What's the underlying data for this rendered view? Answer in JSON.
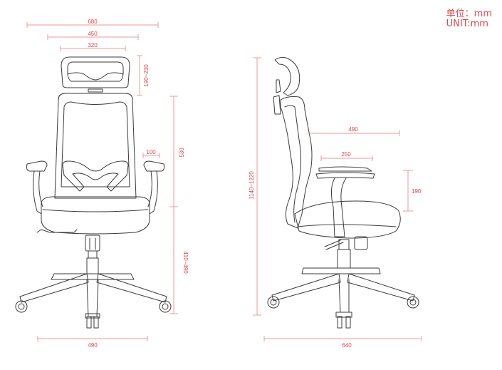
{
  "units": {
    "line1": "单位：mm",
    "line2": "UNIT:mm"
  },
  "colors": {
    "dimension": "#e0474c",
    "dimension_line": "#ef9a9c",
    "drawing_ink": "#3b3b3b",
    "background": "#ffffff"
  },
  "front_view": {
    "dimensions": {
      "overall_width": "680",
      "backrest_width": "450",
      "headrest_width": "320",
      "headrest_adjust": "190~230",
      "backrest_height": "530",
      "armrest_width": "100",
      "seat_height": "410~490",
      "base_width": "490"
    }
  },
  "side_view": {
    "dimensions": {
      "overall_height": "1140~1220",
      "seat_depth": "490",
      "armrest_length": "250",
      "armrest_height": "190",
      "base_depth": "640"
    }
  }
}
